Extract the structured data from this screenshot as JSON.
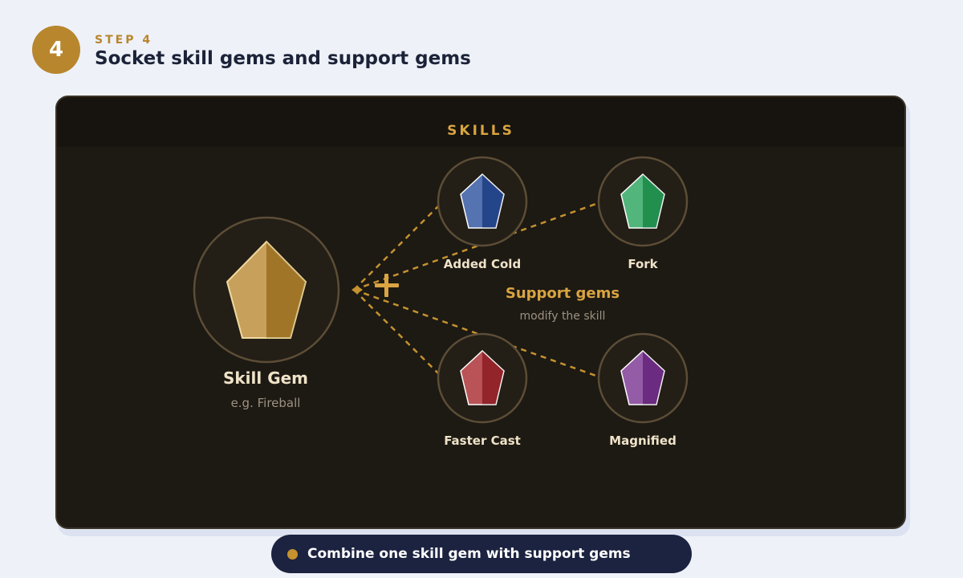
{
  "step": {
    "number": "4",
    "label": "STEP 4",
    "title": "Socket skill gems and support gems"
  },
  "panel": {
    "heading": "SKILLS",
    "skill_gem": {
      "name": "Skill Gem",
      "example": "e.g. Fireball",
      "color": "#c9962e"
    },
    "support": {
      "title": "Support gems",
      "subtitle": "modify the skill"
    },
    "support_gems": [
      {
        "name": "Added Cold",
        "color": "#2b4f9e",
        "icon": "blue-gem-icon"
      },
      {
        "name": "Fork",
        "color": "#27a35a",
        "icon": "green-gem-icon"
      },
      {
        "name": "Faster Cast",
        "color": "#a8292f",
        "icon": "red-gem-icon"
      },
      {
        "name": "Magnified",
        "color": "#7a3292",
        "icon": "purple-gem-icon"
      }
    ],
    "connector_color": "#c4922f"
  },
  "footer": {
    "text": "Combine one skill gem with support gems"
  }
}
